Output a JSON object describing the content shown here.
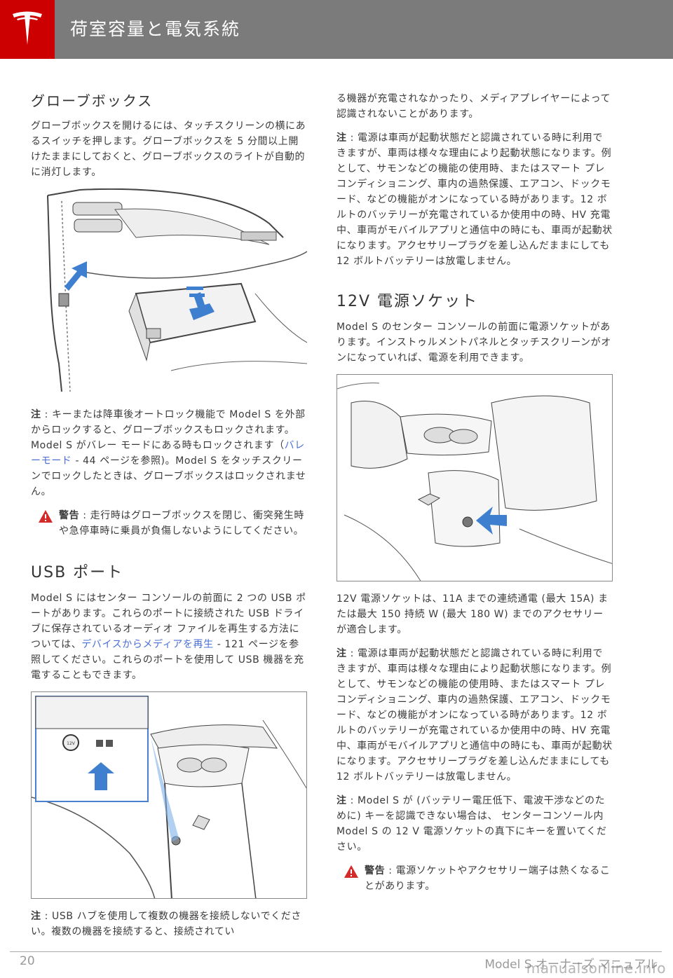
{
  "header": {
    "title": "荷室容量と電気系統",
    "logo": "tesla-logo"
  },
  "left": {
    "glovebox": {
      "heading": "グローブボックス",
      "body": "グローブボックスを開けるには、タッチスクリーンの横にあるスイッチを押します。グローブボックスを 5 分間以上開けたままにしておくと、グローブボックスのライトが自動的に消灯します。"
    },
    "note1": {
      "label": "注",
      "sep": " : ",
      "text_a": "キーまたは降車後オートロック機能で Model S を外部からロックすると、グローブボックスもロックされます。Model S がバレー モードにある時もロックされます（",
      "link": "バレーモード",
      "text_b": " - 44 ページを参照)。Model S をタッチスクリーンでロックしたときは、グローブボックスはロックされません。"
    },
    "warning1": {
      "label": "警告",
      "sep": " : ",
      "text": "走行時はグローブボックスを閉じ、衝突発生時や急停車時に乗員が負傷しないようにしてください。"
    },
    "usb": {
      "heading": "USB ポート",
      "text_a": "Model S にはセンター コンソールの前面に 2 つの USB ポートがあります。これらのポートに接続された USB ドライブに保存されているオーディオ ファイルを再生する方法については、",
      "link": "デバイスからメディアを再生",
      "text_b": " - 121 ページを参照してください。これらのポートを使用して USB 機器を充電することもできます。"
    },
    "socket_label": "12V",
    "note2": {
      "label": "注",
      "sep": " : ",
      "text": "USB ハブを使用して複数の機器を接続しないでください。複数の機器を接続すると、接続されてい"
    }
  },
  "right": {
    "cont": "る機器が充電されなかったり、メディアプレイヤーによって認識されないことがあります。",
    "note3": {
      "label": "注",
      "sep": " : ",
      "text": "電源は車両が起動状態だと認識されている時に利用できますが、車両は様々な理由により起動状態になります。例として、サモンなどの機能の使用時、またはスマート プレコンディショニング、車内の過熱保護、エアコン、ドックモード、などの機能がオンになっている時があります。12 ボルトのバッテリーが充電されているか使用中の時、HV 充電中、車両がモバイルアプリと通信中の時にも、車両が起動状になります。アクセサリープラグを差し込んだままにしても 12 ボルトバッテリーは放電しません。"
    },
    "socket": {
      "heading": "12V 電源ソケット",
      "body": "Model S のセンター コンソールの前面に電源ソケットがあります。インストゥルメントパネルとタッチスクリーンがオンになっていれば、電源を利用できます。"
    },
    "rating": "12V 電源ソケットは、11A までの連続通電 (最大 15A) または最大 150 持続 W (最大 180 W) までのアクセサリーが適合します。",
    "note4": {
      "label": "注",
      "sep": " : ",
      "text": "電源は車両が起動状態だと認識されている時に利用できますが、車両は様々な理由により起動状態になります。例として、サモンなどの機能の使用時、またはスマート プレコンディショニング、車内の過熱保護、エアコン、ドックモード、などの機能がオンになっている時があります。12 ボルトのバッテリーが充電されているか使用中の時、HV 充電中、車両がモバイルアプリと通信中の時にも、車両が起動状になります。アクセサリープラグを差し込んだままにしても 12 ボルトバッテリーは放電しません。"
    },
    "note5": {
      "label": "注",
      "sep": " : ",
      "text": "Model S が (バッテリー電圧低下、電波干渉などのために) キーを認識できない場合は、 センターコンソール内 Model S の 12 V 電源ソケットの真下にキーを置いてください。"
    },
    "warning2": {
      "label": "警告",
      "sep": " : ",
      "text": "電源ソケットやアクセサリー端子は熱くなることがあります。"
    }
  },
  "footer": {
    "page": "20",
    "title": "Model S オーナーズ マニュアル",
    "watermark": "manualsonline.info"
  },
  "colors": {
    "header": "#7b7b7b",
    "logo_bg": "#cc0000",
    "link": "#4a6fd6",
    "arrow": "#3f7fd0",
    "warning": "#d32a2a"
  }
}
